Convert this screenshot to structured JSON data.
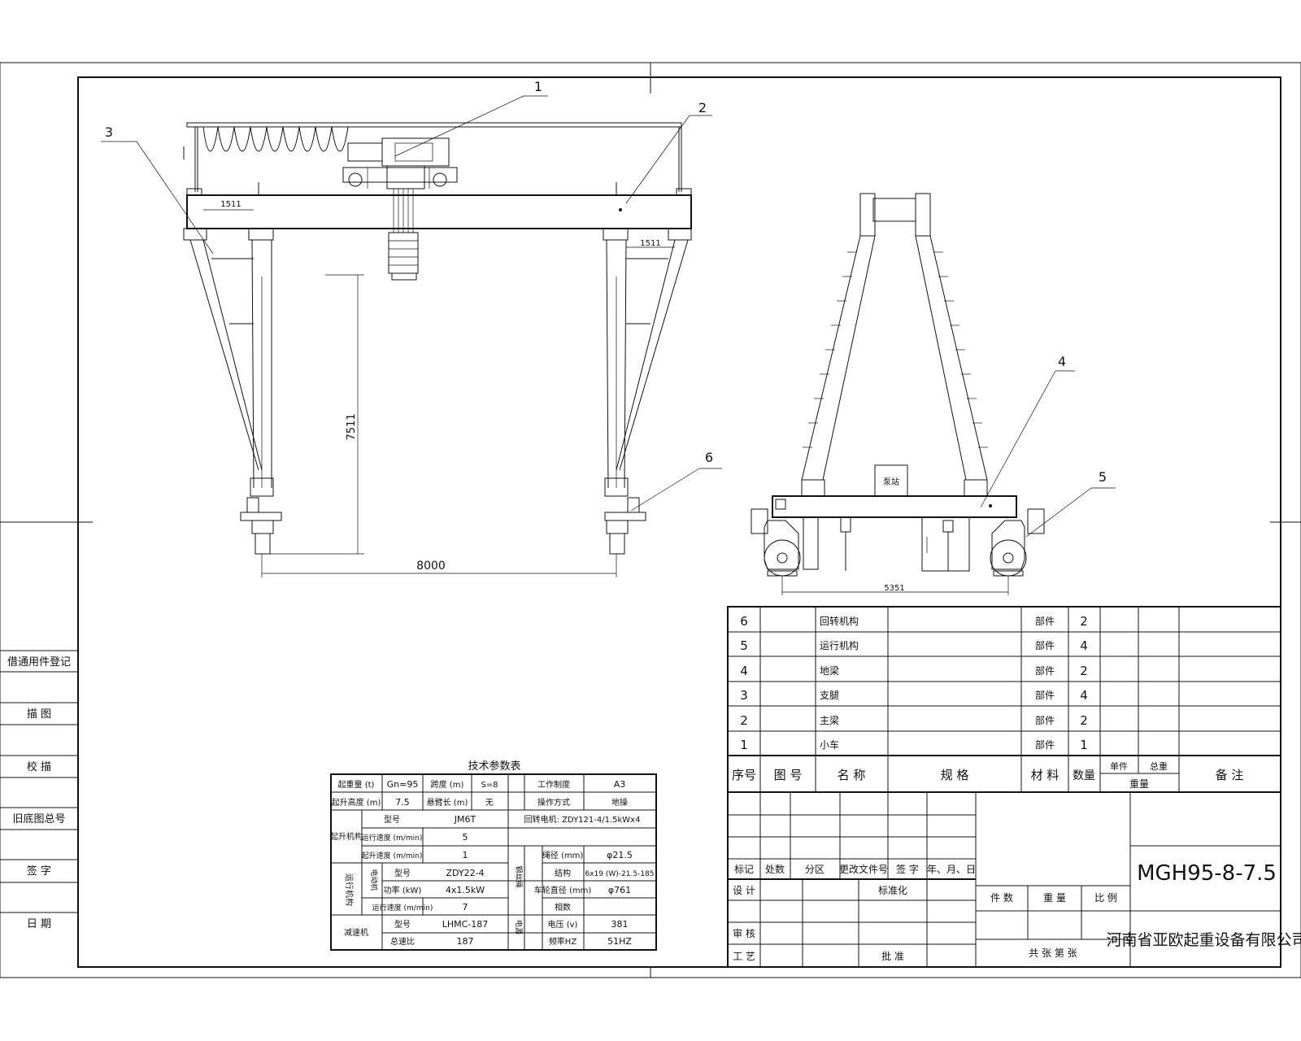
{
  "callouts": {
    "c1": "1",
    "c2": "2",
    "c3": "3",
    "c4": "4",
    "c5": "5",
    "c6": "6"
  },
  "front_view": {
    "dim_span": "8000",
    "dim_lift": "7511",
    "dim_leg_left": "1511",
    "dim_leg_right": "1511"
  },
  "side_view": {
    "dim_base": "5351",
    "pump_label": "泵站"
  },
  "side_registry": [
    "借通用件登记",
    "描 图",
    "校 描",
    "旧底图总号",
    "签 字",
    "日 期"
  ],
  "parts_list": {
    "header": {
      "no": "序号",
      "drawing_no": "图 号",
      "name": "名 称",
      "spec": "规 格",
      "material": "材 料",
      "qty": "数量",
      "unit": "单件",
      "total": "总重",
      "weight": "重量",
      "remark": "备 注"
    },
    "rows": [
      {
        "no": "6",
        "name": "回转机构",
        "material": "部件",
        "qty": "2"
      },
      {
        "no": "5",
        "name": "运行机构",
        "material": "部件",
        "qty": "4"
      },
      {
        "no": "4",
        "name": "地梁",
        "material": "部件",
        "qty": "2"
      },
      {
        "no": "3",
        "name": "支腿",
        "material": "部件",
        "qty": "4"
      },
      {
        "no": "2",
        "name": "主梁",
        "material": "部件",
        "qty": "2"
      },
      {
        "no": "1",
        "name": "小车",
        "material": "部件",
        "qty": "1"
      }
    ]
  },
  "title_block": {
    "mark": "标记",
    "count": "处数",
    "zone": "分区",
    "change_doc": "更改文件号",
    "signature": "签 字",
    "date": "年、月、日",
    "design": "设 计",
    "standard": "标准化",
    "review": "审 核",
    "process": "工 艺",
    "approve": "批 准",
    "pieces": "件 数",
    "weight": "重 量",
    "scale": "比 例",
    "sheets": "共   张   第   张",
    "model": "MGH95-8-7.5",
    "company": "河南省亚欧起重设备有限公司"
  },
  "tech_params": {
    "title": "技术参数表",
    "r1": {
      "a": "起重量 (t)",
      "b": "Gn=95",
      "c": "跨度 (m)",
      "d": "S=8",
      "e": "工作制度",
      "f": "A3"
    },
    "r2": {
      "a": "起升高度 (m)",
      "b": "7.5",
      "c": "悬臂长 (m)",
      "d": "无",
      "e": "操作方式",
      "f": "地操"
    },
    "hoist": {
      "group": "起升机构",
      "model_label": "型号",
      "model": "JM6T",
      "slew_motor": "回转电机: ZDY121-4/1.5kWx4",
      "speed_label": "运行速度 (m/min)",
      "speed": "5",
      "lift_label": "起升速度 (m/min)",
      "lift": "1"
    },
    "rope": {
      "group": "钢丝绳",
      "dia_label": "绳径 (mm)",
      "dia": "φ21.5",
      "struct_label": "结构",
      "struct": "6x19 (W)-21.5-185"
    },
    "travel": {
      "group": "运行机构",
      "motor_group": "电动机",
      "model_label": "型号",
      "model": "ZDY22-4",
      "power_label": "功率 (kW)",
      "power": "4x1.5kW",
      "wheel_label": "车轮直径 (mm)",
      "wheel": "φ761",
      "speed_label": "运行速度 (m/min)",
      "speed": "7"
    },
    "power": {
      "group": "电源",
      "phase_label": "相数",
      "voltage_label": "电压 (v)",
      "voltage": "381",
      "freq_label": "频率HZ",
      "freq": "51HZ"
    },
    "reducer": {
      "group": "减速机",
      "model_label": "型号",
      "model": "LHMC-187",
      "ratio_label": "总速比",
      "ratio": "187"
    }
  }
}
